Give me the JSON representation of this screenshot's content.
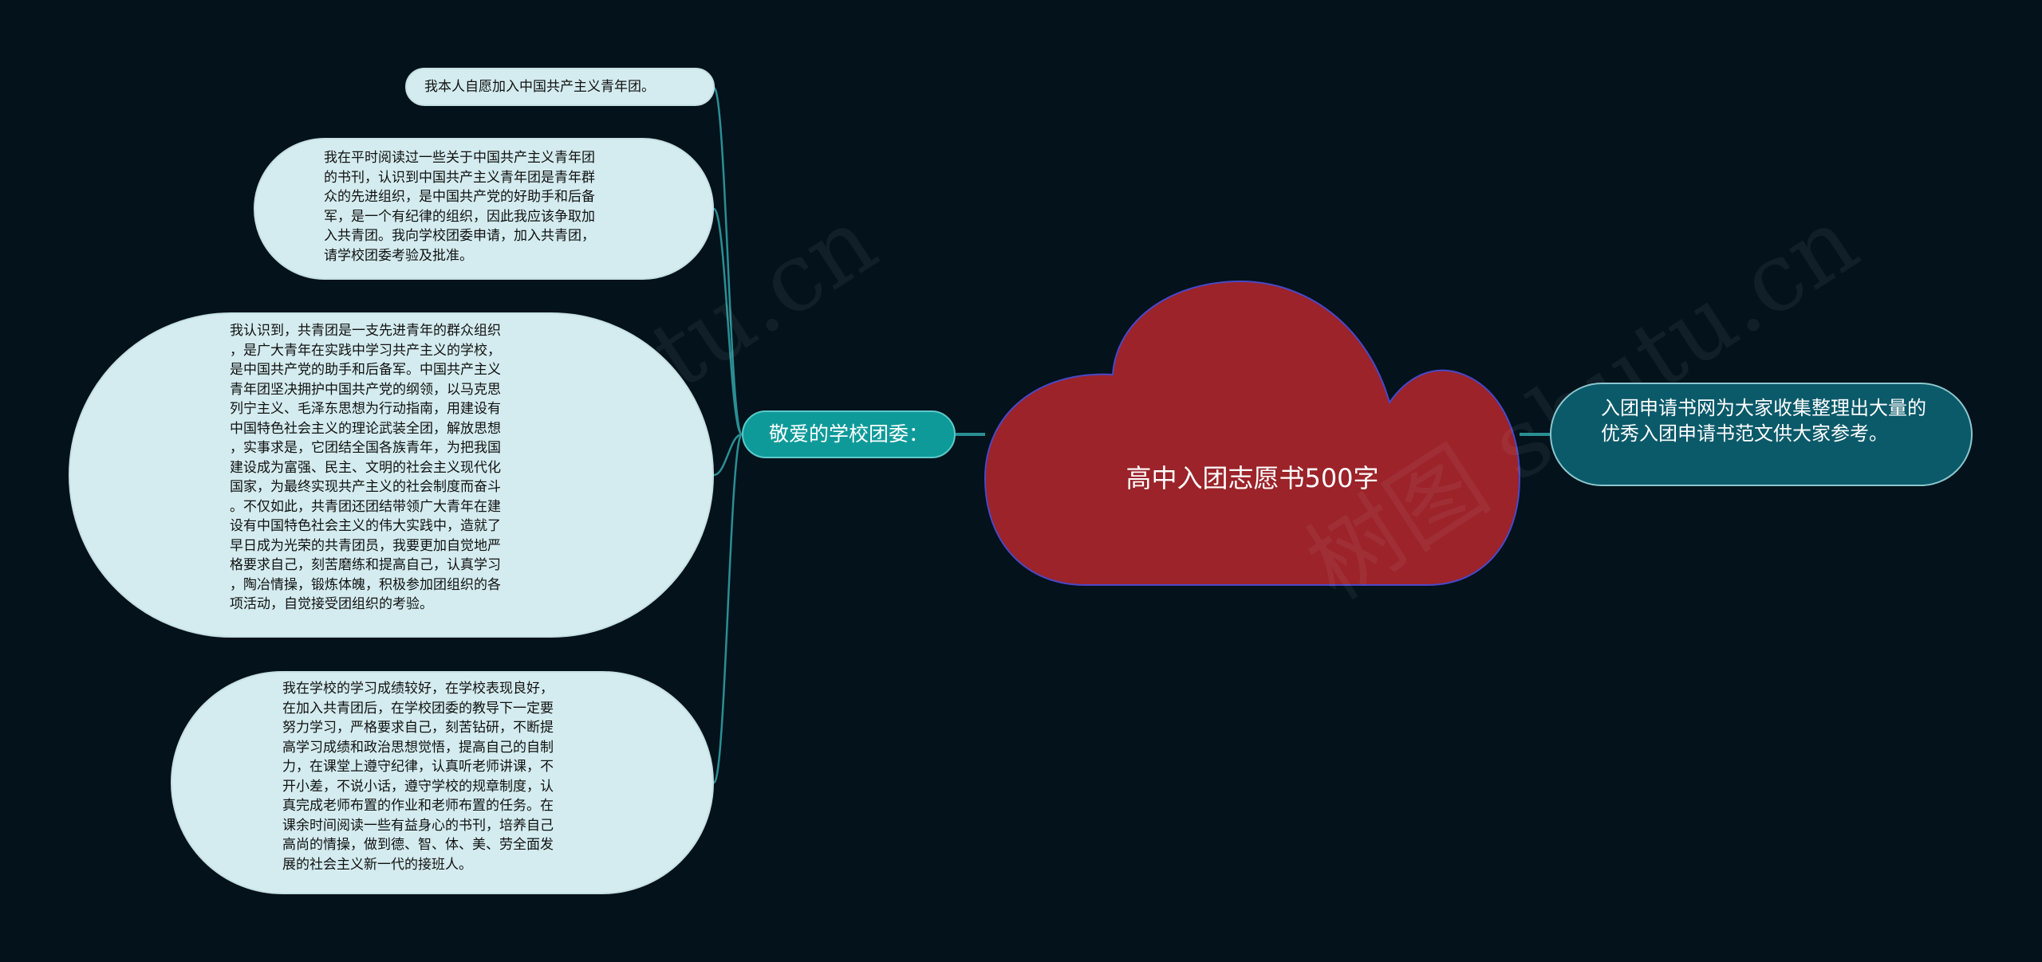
{
  "center": {
    "title": "高中入团志愿书500字"
  },
  "hub": {
    "label": "敬爱的学校团委："
  },
  "right": {
    "text": "入团申请书网为大家收集整理出大量的优秀入团申请书范文供大家参考。"
  },
  "leaves": [
    {
      "text": "我本人自愿加入中国共产主义青年团。"
    },
    {
      "text": "我在平时阅读过一些关于中国共产主义青年团\n的书刊，认识到中国共产主义青年团是青年群\n众的先进组织，是中国共产党的好助手和后备\n军，是一个有纪律的组织，因此我应该争取加\n入共青团。我向学校团委申请，加入共青团，\n请学校团委考验及批准。"
    },
    {
      "text": "我认识到，共青团是一支先进青年的群众组织\n，是广大青年在实践中学习共产主义的学校，\n是中国共产党的助手和后备军。中国共产主义\n青年团坚决拥护中国共产党的纲领，以马克思\n列宁主义、毛泽东思想为行动指南，用建设有\n中国特色社会主义的理论武装全团，解放思想\n，实事求是，它团结全国各族青年，为把我国\n建设成为富强、民主、文明的社会主义现代化\n国家，为最终实现共产主义的社会制度而奋斗\n。不仅如此，共青团还团结带领广大青年在建\n设有中国特色社会主义的伟大实践中，造就了\n早日成为光荣的共青团员，我要更加自觉地严\n格要求自己，刻苦磨练和提高自己，认真学习\n，陶冶情操，锻炼体魄，积极参加团组织的各\n项活动，自觉接受团组织的考验。"
    },
    {
      "text": "我在学校的学习成绩较好，在学校表现良好，\n在加入共青团后，在学校团委的教导下一定要\n努力学习，严格要求自己，刻苦钻研，不断提\n高学习成绩和政治思想觉悟，提高自己的自制\n力，在课堂上遵守纪律，认真听老师讲课，不\n开小差，不说小话，遵守学校的规章制度，认\n真完成老师布置的作业和老师布置的任务。在\n课余时间阅读一些有益身心的书刊，培养自己\n高尚的情操，做到德、智、体、美、劳全面发\n展的社会主义新一代的接班人。"
    }
  ],
  "watermarks": [
    "树图 shutu.cn",
    "树图 shutu.cn"
  ],
  "colors": {
    "background": "#03121b",
    "cloud": "#9b2329",
    "hub": "#0f9a9a",
    "leaf": "#d4ecef",
    "right_node": "#0b5a6a",
    "connector": "#2a8f93"
  }
}
